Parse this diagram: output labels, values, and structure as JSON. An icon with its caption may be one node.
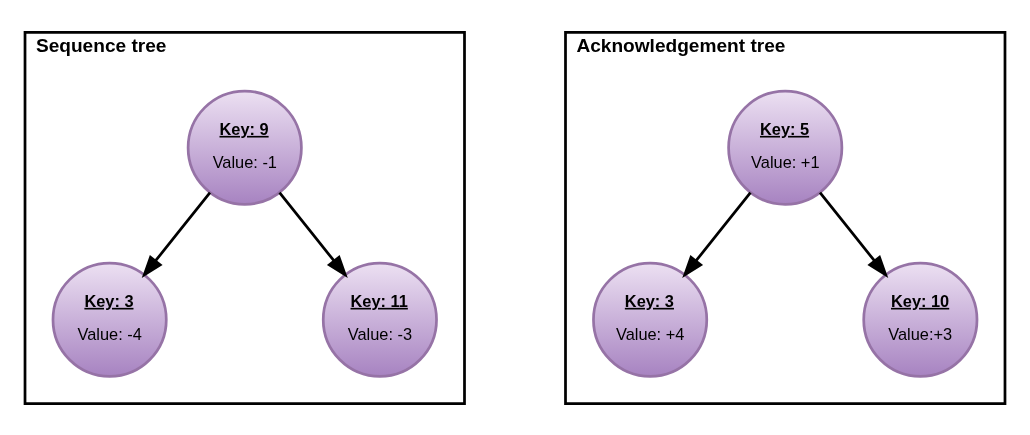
{
  "diagram": {
    "nodes": [
      {
        "text": [
          "Sequence tree"
        ]
      },
      {
        "text": [
          "Key: 9",
          "Value: -1"
        ],
        "in": 0
      },
      {
        "text": [
          "Key: 3",
          "Value: -4"
        ],
        "in": 0
      },
      {
        "text": [
          "Key: 11",
          "Value: -3"
        ],
        "in": 0
      },
      {
        "text": [
          "Acknowledgement tree"
        ]
      },
      {
        "text": [
          "Key: 5",
          "Value: +1"
        ],
        "in": 4
      },
      {
        "text": [
          "Key: 3",
          "Value: +4"
        ],
        "in": 4
      },
      {
        "text": [
          "Key: 10",
          "Value:+3"
        ],
        "in": 4
      }
    ],
    "edges": [
      {
        "from": 1,
        "to": 2,
        "arrow": "to"
      },
      {
        "from": 1,
        "to": 3,
        "arrow": "to"
      },
      {
        "from": 5,
        "to": 6,
        "arrow": "to"
      },
      {
        "from": 5,
        "to": 7,
        "arrow": "to"
      }
    ]
  }
}
